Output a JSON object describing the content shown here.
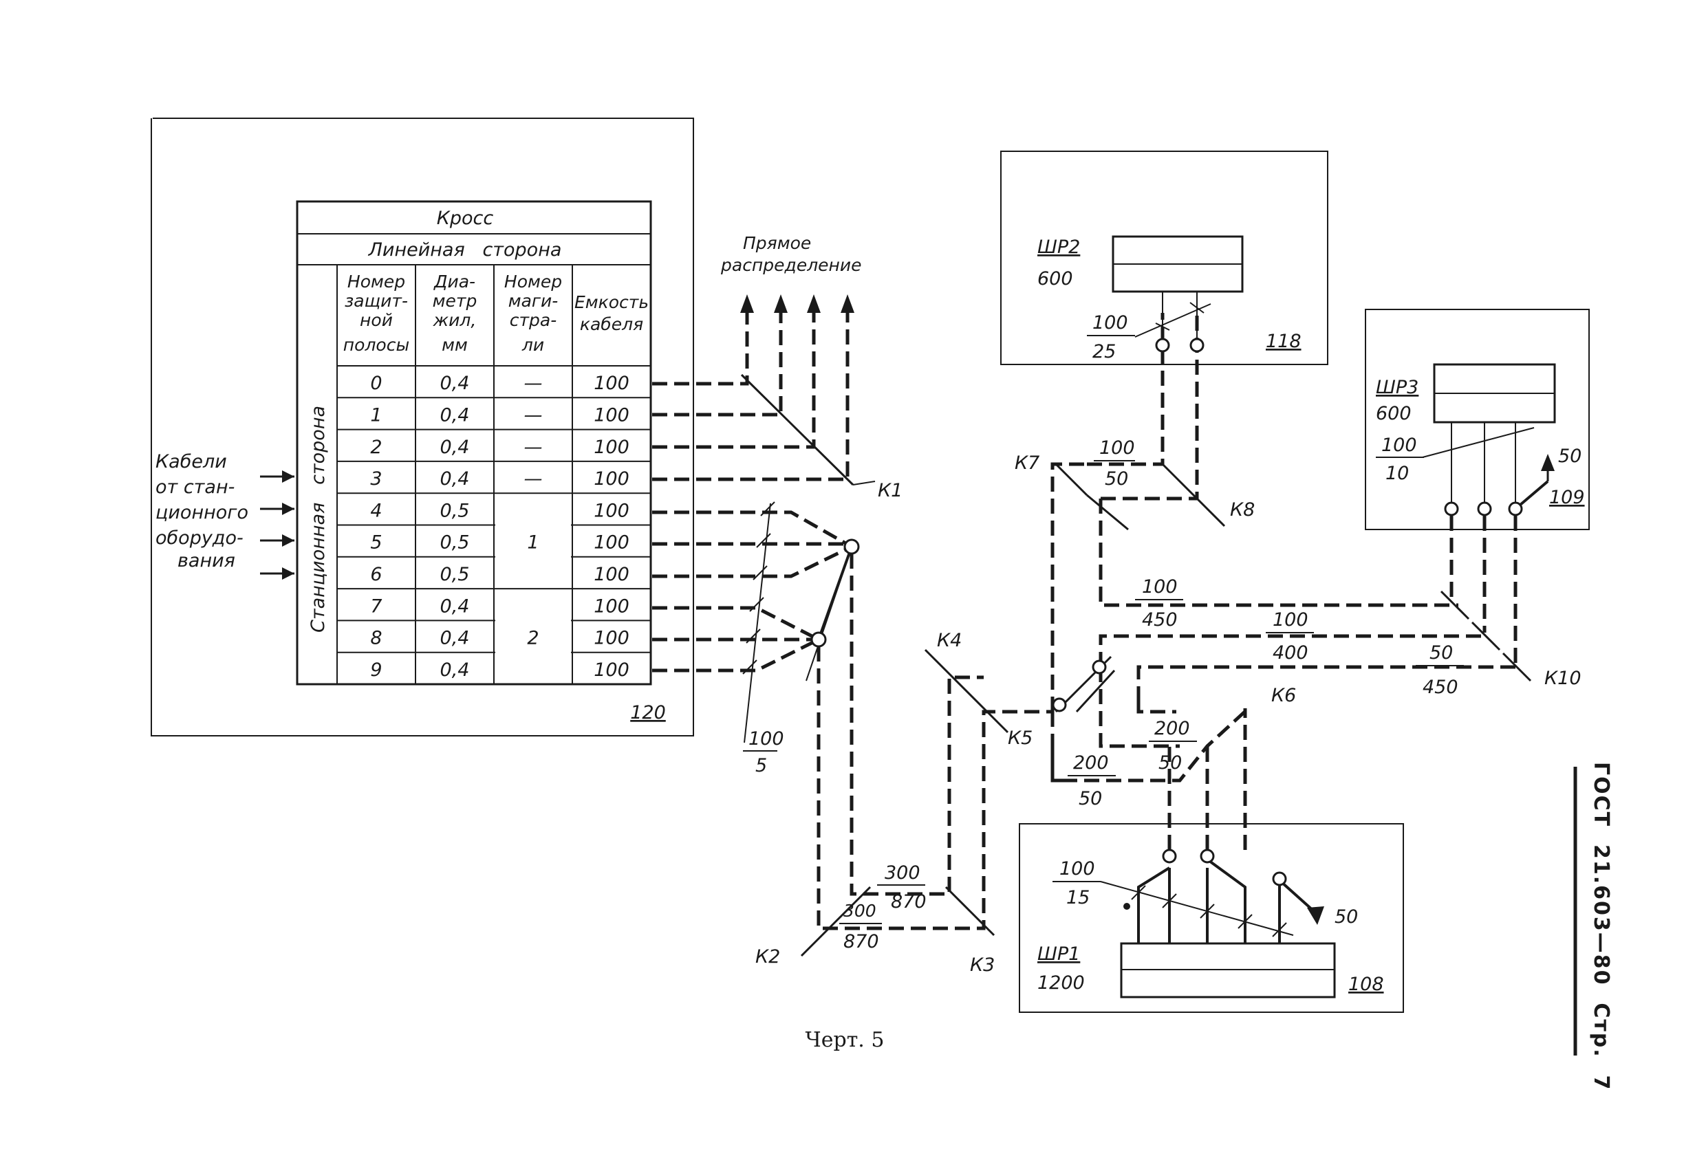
{
  "table": {
    "title": "Кросс",
    "line_side": "Линейная   сторона",
    "station_side": "Станционная   сторона",
    "headers": {
      "h1": [
        "Номер",
        "защит-",
        "ной",
        "полосы"
      ],
      "h2": [
        "Диа-",
        "метр",
        "жил,",
        "мм"
      ],
      "h3": [
        "Номер",
        "маги-",
        "стра-",
        "ли"
      ],
      "h4": [
        "Емкость",
        "кабеля"
      ]
    },
    "rows": [
      {
        "num": "0",
        "diam": "0,4",
        "main": "—",
        "cap": "100"
      },
      {
        "num": "1",
        "diam": "0,4",
        "main": "—",
        "cap": "100"
      },
      {
        "num": "2",
        "diam": "0,4",
        "main": "—",
        "cap": "100"
      },
      {
        "num": "3",
        "diam": "0,4",
        "main": "—",
        "cap": "100"
      },
      {
        "num": "4",
        "diam": "0,5",
        "main": "",
        "cap": "100"
      },
      {
        "num": "5",
        "diam": "0,5",
        "main": "1",
        "cap": "100"
      },
      {
        "num": "6",
        "diam": "0,5",
        "main": "",
        "cap": "100"
      },
      {
        "num": "7",
        "diam": "0,4",
        "main": "",
        "cap": "100"
      },
      {
        "num": "8",
        "diam": "0,4",
        "main": "2",
        "cap": "100"
      },
      {
        "num": "9",
        "diam": "0,4",
        "main": "",
        "cap": "100"
      }
    ],
    "room": "120"
  },
  "cables_label": [
    "Кабели",
    "от стан-",
    "ционного",
    "оборудо-",
    "вания"
  ],
  "direct_distribution": [
    "Прямое",
    "распределение"
  ],
  "frac_1005": {
    "top": "100",
    "bottom": "5"
  },
  "wells": {
    "k1": "К1",
    "k2": "К2",
    "k3": "К3",
    "k4": "К4",
    "k5": "К5",
    "k6": "К6",
    "k7": "К7",
    "k8": "К8",
    "k10": "К10"
  },
  "labels": {
    "l300a": "300",
    "l870a": "870",
    "l300b": "300",
    "l870b": "870",
    "l100_50_top": "100",
    "l100_50_bot": "50",
    "l100_450_top": "100",
    "l100_450_bot": "450",
    "l100_400_top": "100",
    "l100_400_bot": "400",
    "l50_450_top": "50",
    "l50_450_bot": "450",
    "l200_50a_top": "200",
    "l200_50a_bot": "50",
    "l200_50b_top": "200",
    "l200_50b_bot": "50"
  },
  "shr2": {
    "name": "ШР2",
    "cap": "600",
    "frac_top": "100",
    "frac_bot": "25",
    "room": "118"
  },
  "shr3": {
    "name": "ШР3",
    "cap": "600",
    "frac_top": "100",
    "frac_bot": "10",
    "out": "50",
    "room": "109"
  },
  "shr1": {
    "name": "ШР1",
    "cap": "1200",
    "frac_top": "100",
    "frac_bot": "15",
    "out": "50",
    "room": "108"
  },
  "caption": "Черт. 5",
  "side_header": "ГОСТ  21.603—80  Стр.  7"
}
